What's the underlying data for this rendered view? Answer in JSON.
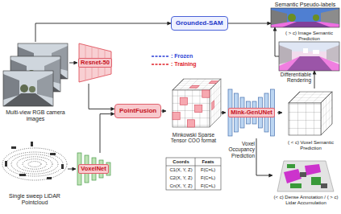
{
  "diagram": {
    "nodes": [
      {
        "text": [
          "Grounded-SAM"
        ]
      },
      {
        "text": [
          "Semantic Pseudo-labels"
        ]
      },
      {
        "text": [
          "( > c) Image Semantic Prediction"
        ]
      },
      {
        "text": [
          "Multi-view RGB camera images"
        ]
      },
      {
        "text": [
          "Resnet-50"
        ]
      },
      {
        "text": [
          "PointFusion"
        ]
      },
      {
        "text": [
          "Minkowski Sparse Tensor COO format"
        ]
      },
      {
        "text": [
          "Mink-GenUNet"
        ]
      },
      {
        "text": [
          "( < c) Voxel Semantic Prediction"
        ]
      },
      {
        "text": [
          "Single sweep LiDAR Pointcloud"
        ]
      },
      {
        "text": [
          "VoxelNet"
        ]
      },
      {
        "text": [
          "(< c) Dense Annotation / ( > c) Lidar Accumulation"
        ]
      }
    ],
    "edges": [
      {
        "from": 3,
        "to": 0,
        "arrow": "to"
      },
      {
        "from": 0,
        "to": 1,
        "arrow": "to"
      },
      {
        "from": 2,
        "to": 1,
        "arrow": "to"
      },
      {
        "from": 3,
        "to": 4,
        "arrow": "to"
      },
      {
        "from": 4,
        "to": 5,
        "arrow": "to"
      },
      {
        "from": 9,
        "to": 10,
        "arrow": "to"
      },
      {
        "from": 10,
        "to": 5,
        "arrow": "to"
      },
      {
        "from": 5,
        "to": 6,
        "arrow": "to"
      },
      {
        "from": 6,
        "to": 7,
        "arrow": "to"
      },
      {
        "from": 7,
        "to": 8,
        "arrow": "to"
      },
      {
        "from": 8,
        "to": 2,
        "label": "Differentiable Rendering",
        "arrow": "to"
      },
      {
        "from": 7,
        "to": 11,
        "label": "Voxel Occupancy Prediction",
        "arrow": "to"
      }
    ],
    "labels": [
      "Coords",
      "Feats",
      "C1(X, Y, Z)",
      "F(C=L)",
      "C2(X, Y, Z)",
      "F(C=L)",
      "Cn(X, Y, Z)",
      "F(C=L)"
    ],
    "legend": [
      {
        "text": ": Frozen",
        "color": "#2b3fd6"
      },
      {
        "text": ": Training",
        "color": "#e0242b"
      }
    ]
  }
}
